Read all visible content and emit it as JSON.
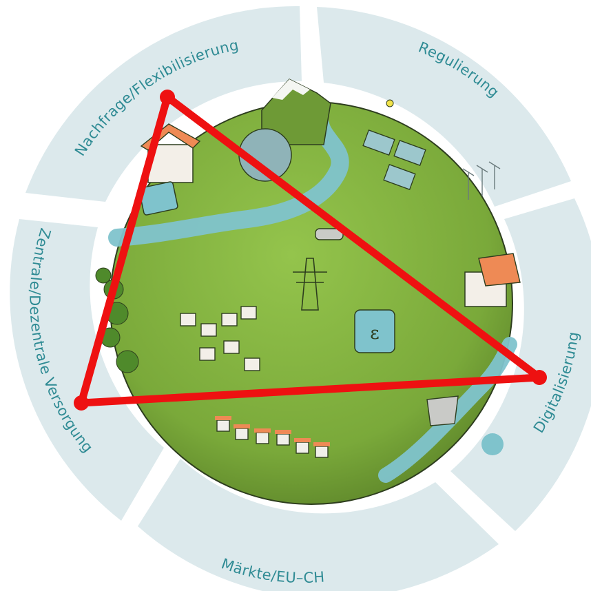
{
  "segments": [
    {
      "id": "nachfrage",
      "label": "Nachfrage/Flexibilisierung"
    },
    {
      "id": "regulierung",
      "label": "Regulierung"
    },
    {
      "id": "digitalisierung",
      "label": "Digitalisierung"
    },
    {
      "id": "maerkte",
      "label": "Märkte/EU–CH"
    },
    {
      "id": "versorgung",
      "label": "Zentrale/Dezentrale Versorgung"
    }
  ],
  "colors": {
    "ring": "#dce9ec",
    "ring_inner": "#d3e3e7",
    "label_text": "#2f8b94",
    "globe_green": "#7dab3d",
    "globe_dark": "#5f8a2c",
    "river": "#7fc3cc",
    "triangle": "#ee1111"
  }
}
